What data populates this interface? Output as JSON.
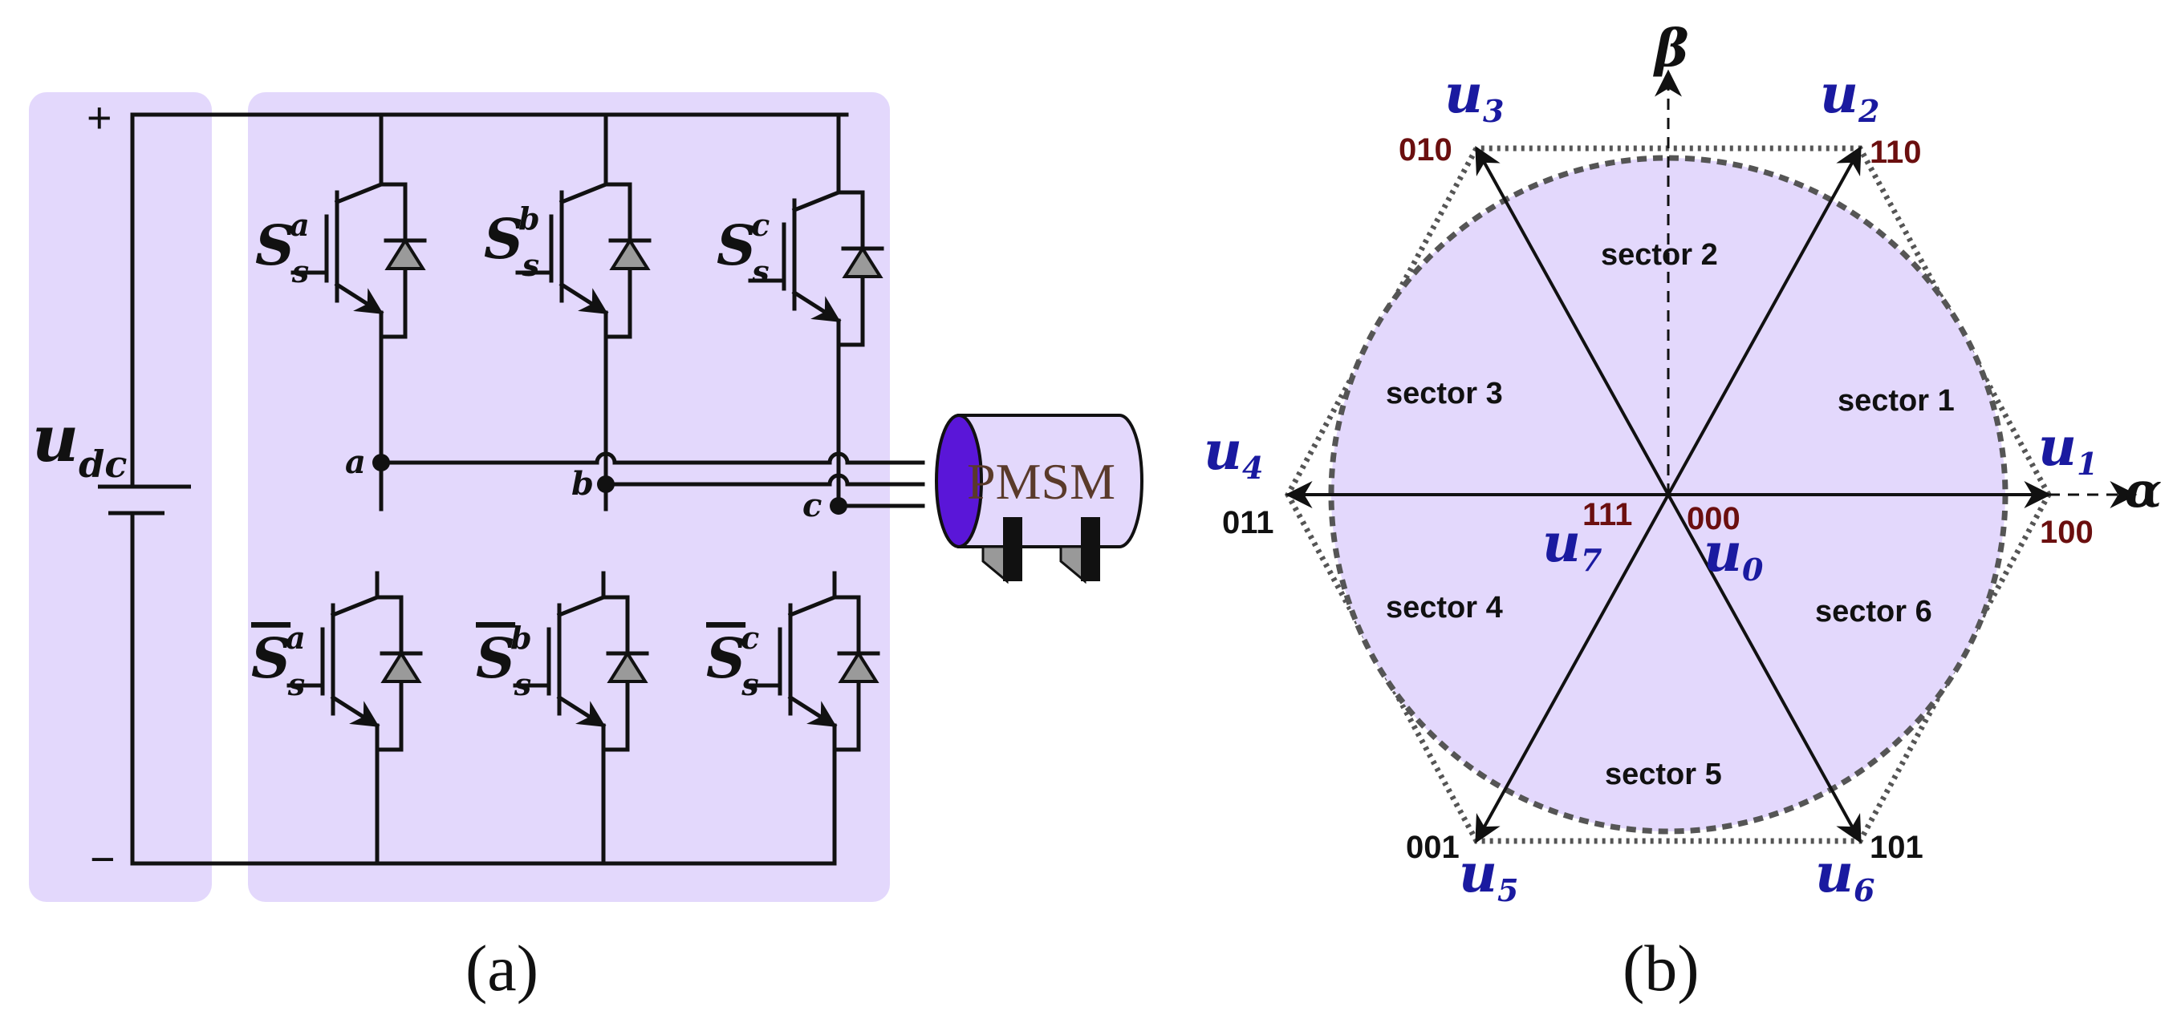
{
  "colors": {
    "panel_fill": "#e3d8fc",
    "motor_end": "#5a16d8",
    "code_red": "#6b0f0f",
    "vector_label": "#1a1aa0",
    "diode_fill": "#9a9a9a"
  },
  "panel_a": {
    "caption": "(a)",
    "dc_source": {
      "label": "u",
      "subscript": "dc",
      "plus": "+",
      "minus": "−"
    },
    "switches": {
      "upper": [
        {
          "base": "S",
          "sub": "s",
          "sup": "a"
        },
        {
          "base": "S",
          "sub": "s",
          "sup": "b"
        },
        {
          "base": "S",
          "sub": "s",
          "sup": "c"
        }
      ],
      "lower": [
        {
          "base": "S",
          "sub": "s",
          "sup": "a"
        },
        {
          "base": "S",
          "sub": "s",
          "sup": "b"
        },
        {
          "base": "S",
          "sub": "s",
          "sup": "c"
        }
      ]
    },
    "phase_nodes": [
      "a",
      "b",
      "c"
    ],
    "motor_label": "PMSM"
  },
  "panel_b": {
    "caption": "(b)",
    "axes": {
      "alpha": "α",
      "beta": "β"
    },
    "vectors": [
      {
        "base": "u",
        "sub": "1",
        "code": "100"
      },
      {
        "base": "u",
        "sub": "2",
        "code": "110"
      },
      {
        "base": "u",
        "sub": "3",
        "code": "010"
      },
      {
        "base": "u",
        "sub": "4",
        "code": "011"
      },
      {
        "base": "u",
        "sub": "5",
        "code": "001"
      },
      {
        "base": "u",
        "sub": "6",
        "code": "101"
      },
      {
        "base": "u",
        "sub": "0",
        "code": "000"
      },
      {
        "base": "u",
        "sub": "7",
        "code": "111"
      }
    ],
    "sectors": [
      "sector 1",
      "sector 2",
      "sector 3",
      "sector 4",
      "sector 5",
      "sector 6"
    ]
  }
}
